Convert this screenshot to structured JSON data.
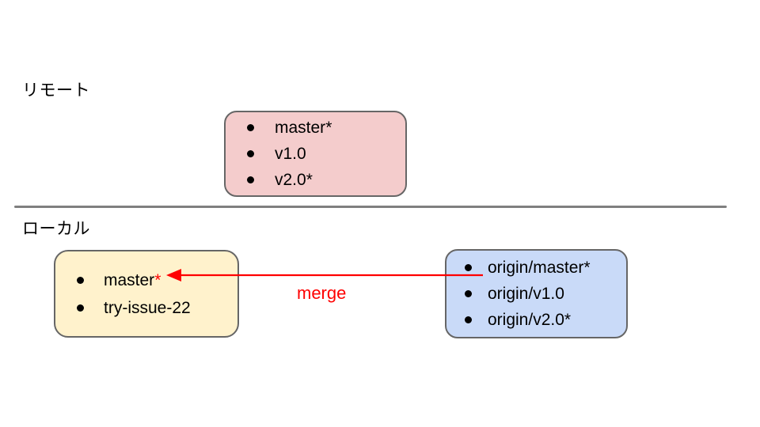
{
  "diagram": {
    "type": "git-branch-merge-diagram",
    "background": "#ffffff",
    "sections": [
      {
        "id": "remote",
        "label": "リモート"
      },
      {
        "id": "local",
        "label": "ローカル"
      }
    ],
    "boxes": {
      "remote": {
        "fill": "#f4cccc",
        "stroke": "#666666",
        "items": [
          {
            "name": "master",
            "star": "*",
            "star_color": "#000000"
          },
          {
            "name": "v1.0",
            "star": "",
            "star_color": "#000000"
          },
          {
            "name": "v2.0",
            "star": "*",
            "star_color": "#000000"
          }
        ]
      },
      "local": {
        "fill": "#fff2cc",
        "stroke": "#666666",
        "items": [
          {
            "name": "master",
            "star": "*",
            "star_color": "#ff0000"
          },
          {
            "name": "try-issue-22",
            "star": "",
            "star_color": "#000000"
          }
        ]
      },
      "origin": {
        "fill": "#c9daf8",
        "stroke": "#666666",
        "items": [
          {
            "name": "origin/master",
            "star": "*",
            "star_color": "#000000"
          },
          {
            "name": "origin/v1.0",
            "star": "",
            "star_color": "#000000"
          },
          {
            "name": "origin/v2.0",
            "star": "*",
            "star_color": "#000000"
          }
        ]
      }
    },
    "arrow": {
      "label": "merge",
      "color": "#ff0000",
      "direction": "right-to-left",
      "from": "origin/master",
      "to": "master"
    },
    "divider": {
      "color": "#7f7f7f"
    }
  }
}
